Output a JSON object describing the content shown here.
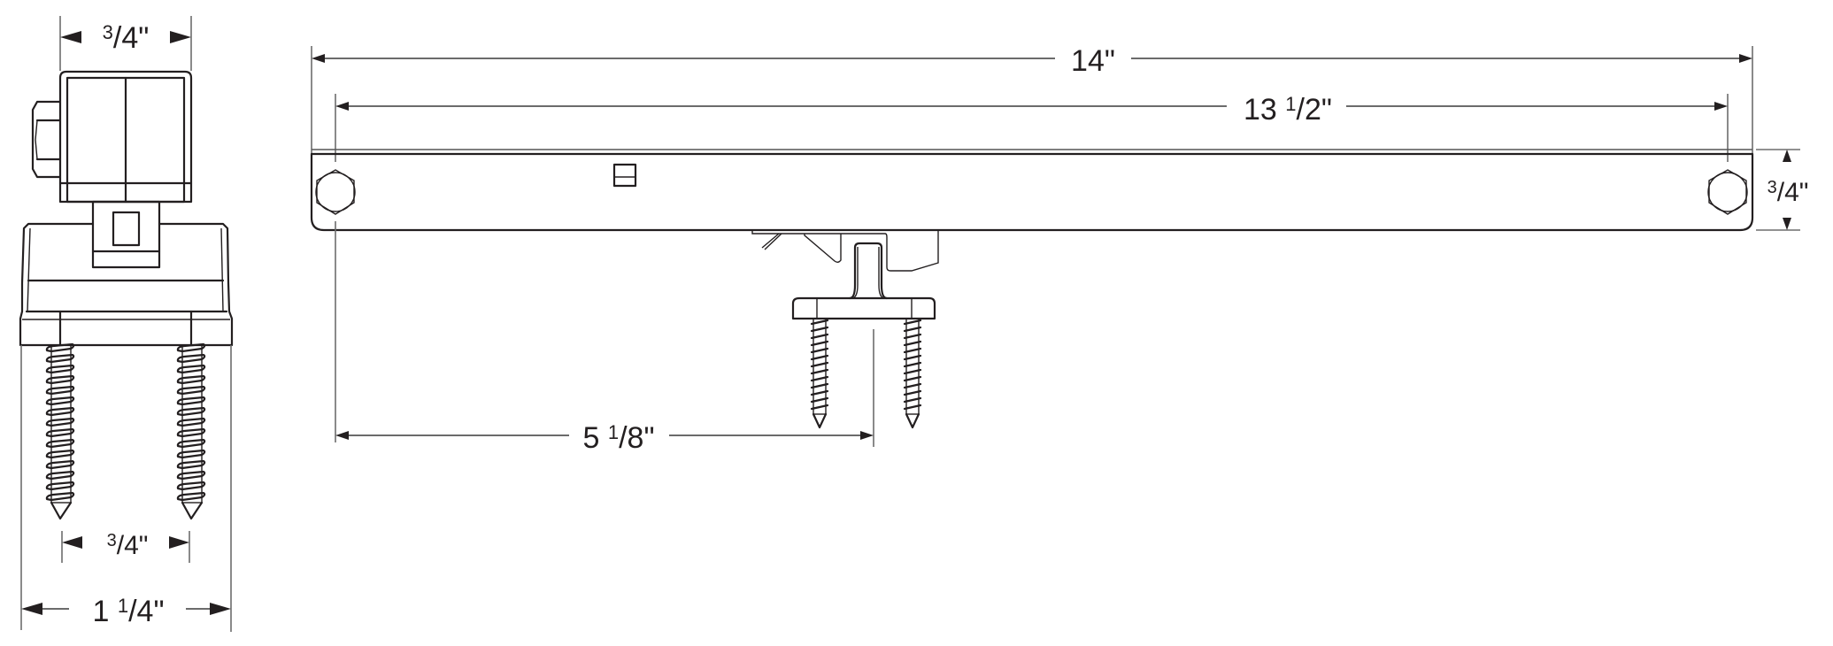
{
  "drawing": {
    "title": "Door bracket dimension drawing",
    "line_color": "#231f20",
    "background": "#ffffff"
  },
  "side_view": {
    "top_width": {
      "whole": "",
      "num": "3",
      "den": "4",
      "unit": "\""
    },
    "screw_spacing": {
      "whole": "",
      "num": "3",
      "den": "4",
      "unit": "\""
    },
    "base_width": {
      "whole": "1",
      "num": "1",
      "den": "4",
      "unit": "\""
    }
  },
  "front_view": {
    "overall_length": {
      "whole": "14",
      "num": "",
      "den": "",
      "unit": "\""
    },
    "hole_spacing": {
      "whole": "13",
      "num": "1",
      "den": "2",
      "unit": "\""
    },
    "bar_height": {
      "whole": "",
      "num": "3",
      "den": "4",
      "unit": "\""
    },
    "bracket_offset": {
      "whole": "5",
      "num": "1",
      "den": "8",
      "unit": "\""
    }
  },
  "labels": {
    "top_width": "3/4\"",
    "screw_spacing": "3/4\"",
    "base_width": "1 1/4\"",
    "overall_length": "14\"",
    "hole_spacing": "13 1/2\"",
    "bar_height": "3/4\"",
    "bracket_offset": "5 1/8\""
  }
}
